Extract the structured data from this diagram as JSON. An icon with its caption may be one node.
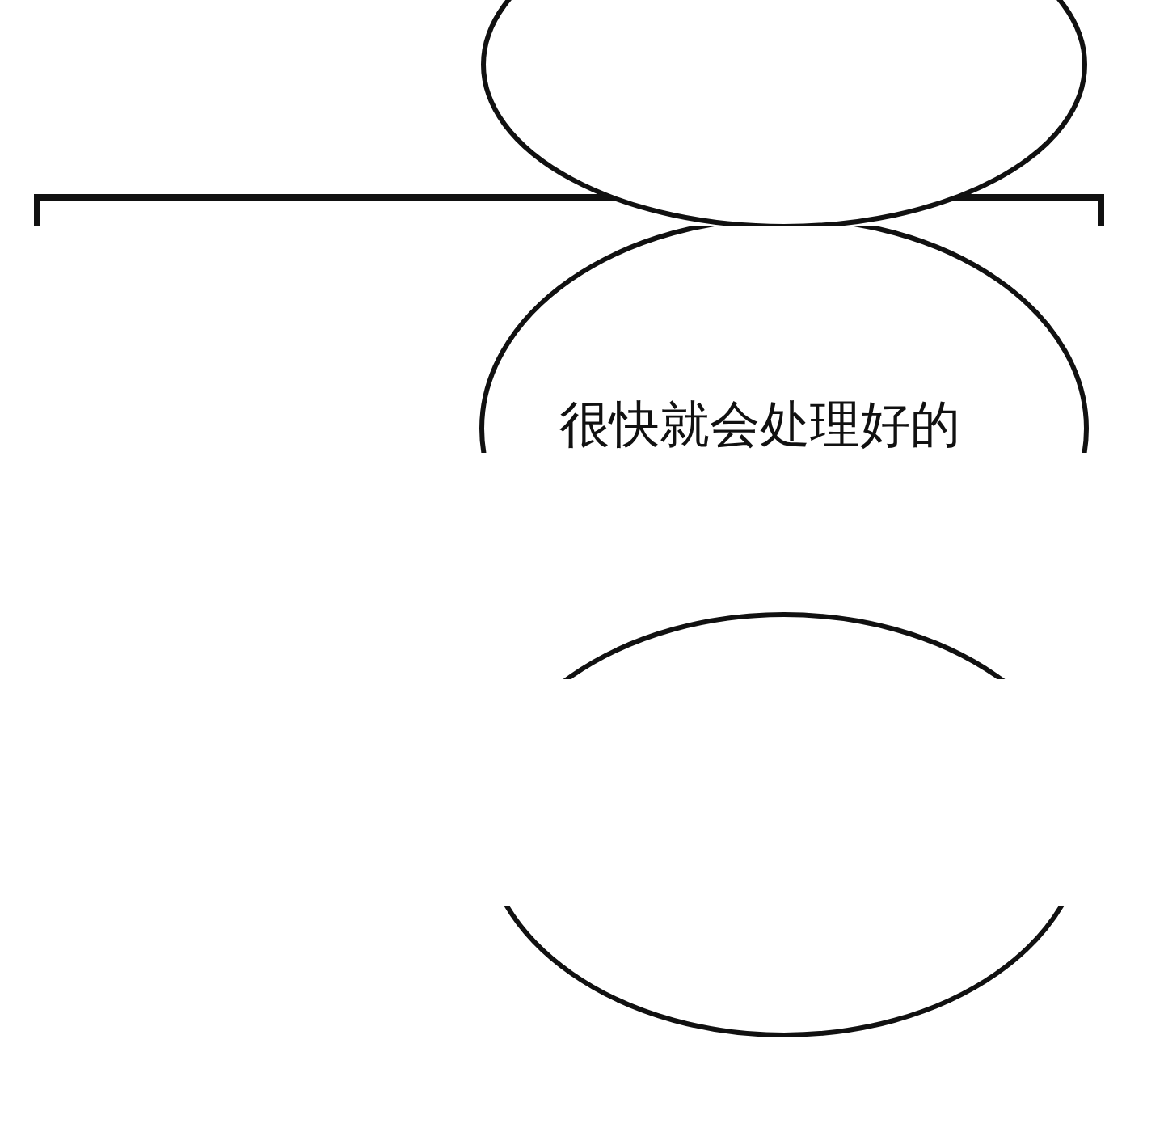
{
  "diagram": {
    "nodes": [
      {
        "text": [],
        "shape": "circle"
      },
      {
        "text": [
          "很快就会处理好的"
        ]
      },
      {
        "text": [],
        "shape": "circle"
      }
    ]
  }
}
